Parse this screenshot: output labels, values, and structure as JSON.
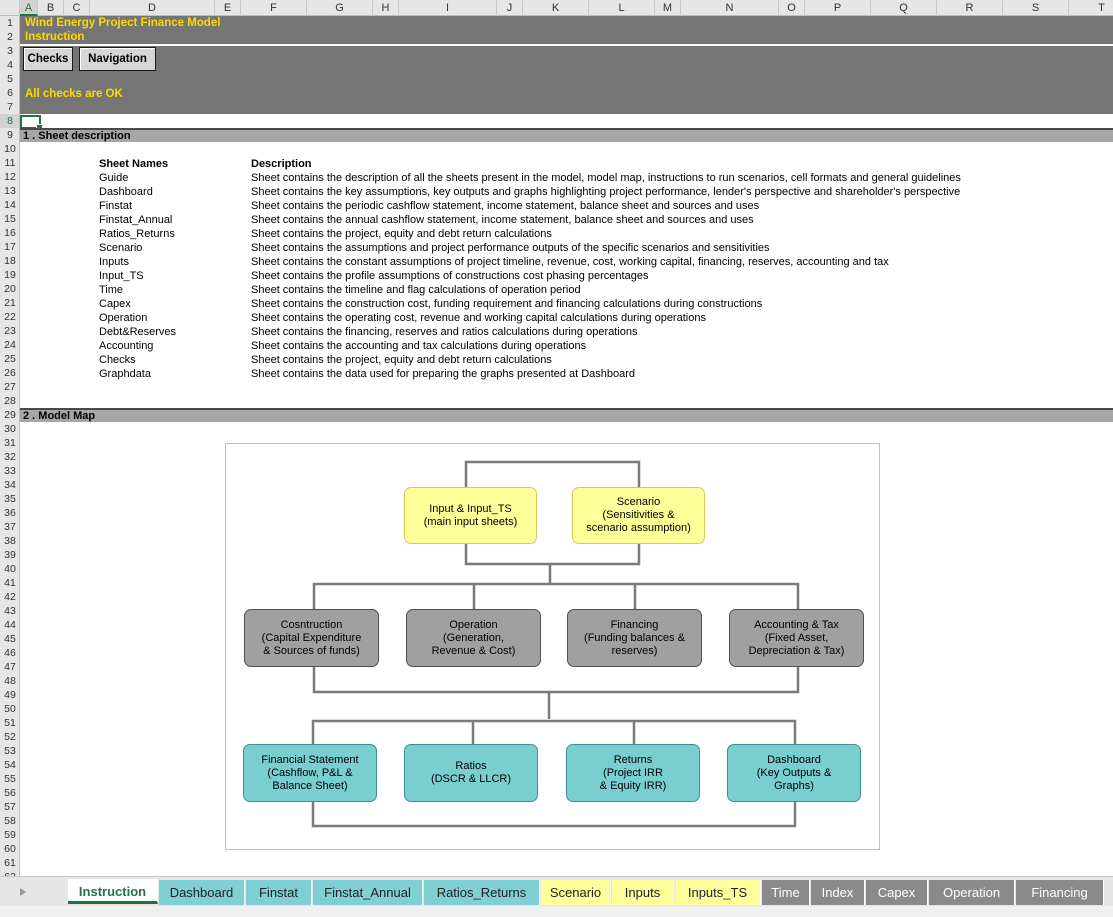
{
  "columns": [
    {
      "l": "A",
      "w": 18,
      "sel": true
    },
    {
      "l": "B",
      "w": 26
    },
    {
      "l": "C",
      "w": 26
    },
    {
      "l": "D",
      "w": 125
    },
    {
      "l": "E",
      "w": 26
    },
    {
      "l": "F",
      "w": 66
    },
    {
      "l": "G",
      "w": 66
    },
    {
      "l": "H",
      "w": 26
    },
    {
      "l": "I",
      "w": 98
    },
    {
      "l": "J",
      "w": 26
    },
    {
      "l": "K",
      "w": 66
    },
    {
      "l": "L",
      "w": 66
    },
    {
      "l": "M",
      "w": 26
    },
    {
      "l": "N",
      "w": 98
    },
    {
      "l": "O",
      "w": 26
    },
    {
      "l": "P",
      "w": 66
    },
    {
      "l": "Q",
      "w": 66
    },
    {
      "l": "R",
      "w": 66
    },
    {
      "l": "S",
      "w": 66
    },
    {
      "l": "T",
      "w": 66
    }
  ],
  "header": {
    "title": "Wind Energy Project Finance Model",
    "subtitle": "Instruction",
    "checks_button": "Checks",
    "navigation_button": "Navigation",
    "status": "All checks are OK"
  },
  "section1": {
    "title": "1 . Sheet description",
    "col_name": "Sheet Names",
    "col_desc": "Description",
    "rows": [
      {
        "name": "Guide",
        "desc": "Sheet contains the description of all the sheets present in the model, model map, instructions to run scenarios, cell formats and general guidelines"
      },
      {
        "name": "Dashboard",
        "desc": "Sheet contains the key assumptions, key outputs and graphs highlighting project performance, lender's perspective and shareholder's perspective"
      },
      {
        "name": "Finstat",
        "desc": "Sheet contains the periodic cashflow statement, income statement, balance sheet and sources and uses"
      },
      {
        "name": "Finstat_Annual",
        "desc": "Sheet contains the annual cashflow statement, income statement, balance sheet and sources and uses"
      },
      {
        "name": "Ratios_Returns",
        "desc": "Sheet contains the project, equity and debt return calculations"
      },
      {
        "name": "Scenario",
        "desc": "Sheet contains the assumptions and project performance outputs of the specific scenarios and sensitivities"
      },
      {
        "name": "Inputs",
        "desc": "Sheet contains the constant assumptions of project timeline, revenue, cost, working capital, financing, reserves, accounting and tax"
      },
      {
        "name": "Input_TS",
        "desc": "Sheet contains the profile assumptions of constructions cost phasing percentages"
      },
      {
        "name": "Time",
        "desc": "Sheet contains the timeline and flag calculations of operation period"
      },
      {
        "name": "Capex",
        "desc": "Sheet contains the construction cost, funding requirement and financing calculations during constructions"
      },
      {
        "name": "Operation",
        "desc": "Sheet contains the operating cost, revenue and working capital calculations during operations"
      },
      {
        "name": "Debt&Reserves",
        "desc": "Sheet contains the financing, reserves and ratios calculations during operations"
      },
      {
        "name": "Accounting",
        "desc": "Sheet contains the accounting and tax calculations during operations"
      },
      {
        "name": "Checks",
        "desc": "Sheet contains the project, equity and debt return calculations"
      },
      {
        "name": "Graphdata",
        "desc": "Sheet contains the data used for preparing the graphs presented at Dashboard"
      }
    ]
  },
  "section2": {
    "title": "2 . Model Map",
    "map": {
      "top": [
        "Input & Input_TS\n(main input sheets)",
        "Scenario\n(Sensitivities &\nscenario assumption)"
      ],
      "middle": [
        "Cosntruction\n(Capital Expenditure\n& Sources of funds)",
        "Operation\n(Generation,\nRevenue & Cost)",
        "Financing\n(Funding balances &\nreserves)",
        "Accounting & Tax\n(Fixed Asset,\nDepreciation & Tax)"
      ],
      "bottom": [
        "Financial Statement\n(Cashflow, P&L &\nBalance Sheet)",
        "Ratios\n(DSCR & LLCR)",
        "Returns\n(Project IRR\n& Equity IRR)",
        "Dashboard\n(Key Outputs &\nGraphs)"
      ]
    }
  },
  "tabs": [
    {
      "label": "Instruction",
      "color": "active"
    },
    {
      "label": "Dashboard",
      "color": "teal"
    },
    {
      "label": "Finstat",
      "color": "teal"
    },
    {
      "label": "Finstat_Annual",
      "color": "teal"
    },
    {
      "label": "Ratios_Returns",
      "color": "teal"
    },
    {
      "label": "Scenario",
      "color": "yel"
    },
    {
      "label": "Inputs",
      "color": "yel"
    },
    {
      "label": "Inputs_TS",
      "color": "yel"
    },
    {
      "label": "Time",
      "color": "grey"
    },
    {
      "label": "Index",
      "color": "grey"
    },
    {
      "label": "Capex",
      "color": "grey"
    },
    {
      "label": "Operation",
      "color": "grey"
    },
    {
      "label": "Financing",
      "color": "grey"
    }
  ],
  "tab_scroll_icon": "triangle-right-icon",
  "colors": {
    "header_band": "#757575",
    "title_text": "#ffd800",
    "section_bar": "#a6a6a6",
    "yellow_box": "#ffff99",
    "grey_box": "#a0a0a0",
    "teal_box": "#79cfd0",
    "excel_green": "#217346"
  }
}
